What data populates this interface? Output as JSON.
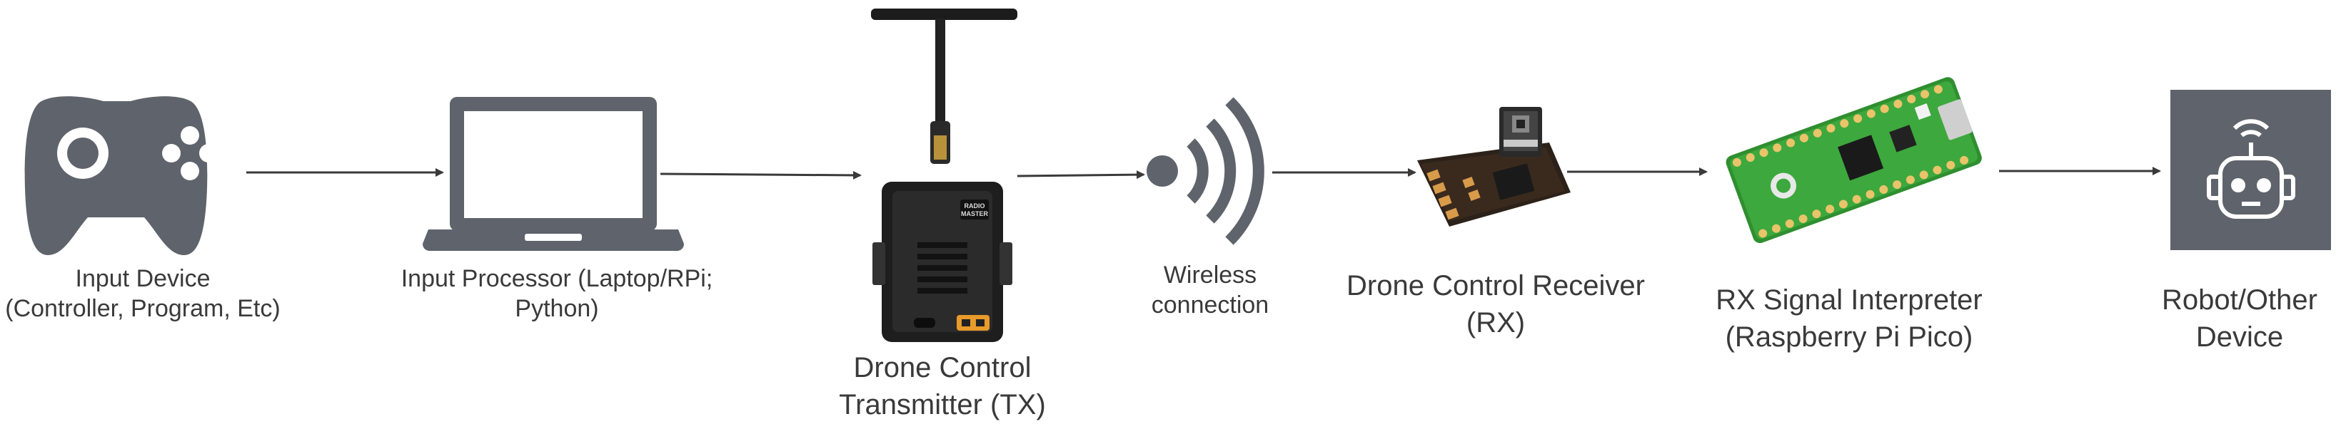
{
  "colors": {
    "icon_gray": "#5f636b",
    "arrow": "#3a3a3a",
    "text": "#3a3a3a",
    "pcb_green": "#2f8f2f",
    "tx_body": "#1e1e1e",
    "orange_connector": "#e89a2a",
    "rx_board": "#3a2a1e",
    "gold_pad": "#d89b4a"
  },
  "nodes": [
    {
      "id": "input-device",
      "icon": "gamepad-icon",
      "label": "Input Device\n(Controller, Program, Etc)"
    },
    {
      "id": "input-processor",
      "icon": "laptop-icon",
      "label": "Input Processor (Laptop/RPi;\nPython)"
    },
    {
      "id": "transmitter",
      "icon": "radio-transmitter-image",
      "label": "Drone Control\nTransmitter (TX)"
    },
    {
      "id": "wireless",
      "icon": "wireless-signal-icon",
      "label": "Wireless\nconnection"
    },
    {
      "id": "receiver",
      "icon": "receiver-board-image",
      "label": "Drone Control Receiver\n(RX)"
    },
    {
      "id": "interpreter",
      "icon": "raspberry-pi-pico-image",
      "label": "RX Signal Interpreter\n(Raspberry Pi Pico)"
    },
    {
      "id": "robot",
      "icon": "robot-icon",
      "label": "Robot/Other\nDevice"
    }
  ],
  "transmitter_logo": "RADIO\nMASTER"
}
